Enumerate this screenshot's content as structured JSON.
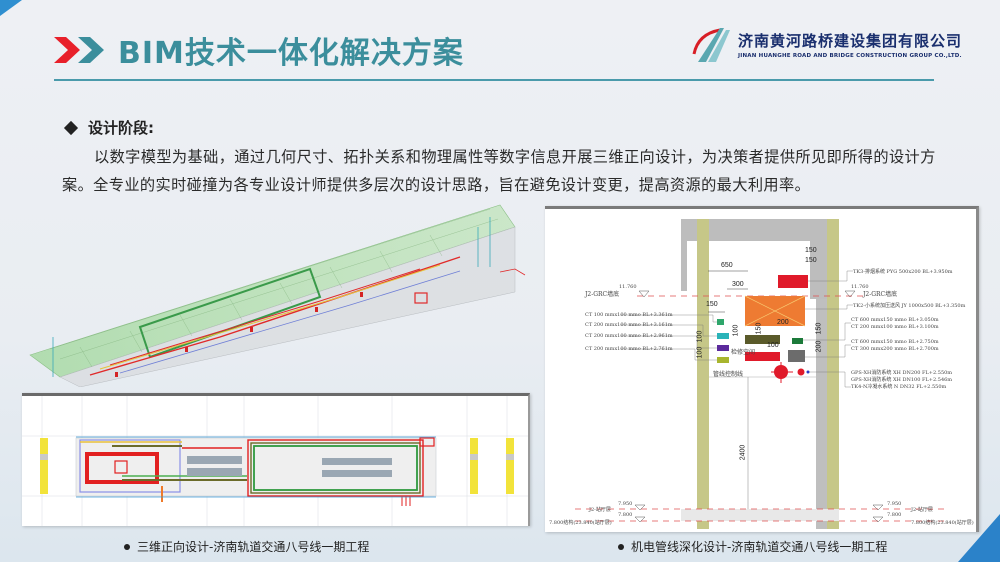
{
  "header": {
    "title": "BIM技术一体化解决方案",
    "chevron_colors": [
      "#e8202a",
      "#3b8e9c"
    ],
    "title_color": "#3b8e9c"
  },
  "logo": {
    "name_cn": "济南黄河路桥建设集团有限公司",
    "name_en": "JINAN HUANGHE ROAD AND BRIDGE CONSTRUCTION GROUP CO.,LTD."
  },
  "section": {
    "heading": "设计阶段:",
    "paragraph": "以数字模型为基础，通过几何尺寸、拓扑关系和物理属性等数字信息开展三维正向设计，为决策者提供所见即所得的设计方案。全专业的实时碰撞为各专业设计师提供多层次的设计思路，旨在避免设计变更，提高资源的最大利用率。"
  },
  "captions": {
    "left": "三维正向设计-济南轨道交通八号线一期工程",
    "right": "机电管线深化设计-济南轨道交通八号线一期工程"
  },
  "section_drawing": {
    "left_labels": [
      "J2-GRC墙底",
      "CT 100 mmx100 mmo BL+3.361m",
      "CT 200 mmx100 mmo BL+3.161m",
      "CT 200 mmx100 mmo BL+2.961m",
      "CT 200 mmx100 mmo BL+2.761m"
    ],
    "left_elevation": "11.760",
    "right_labels": [
      "TK3-排烟系统 PYG 500x200 BL+3.950m",
      "J2-GRC墙底",
      "TK2-小系统加压送风 JY 1000x500 BL+3.350m",
      "CT 600 mmx150 mmo BL+3.050m",
      "CT 200 mmx100 mmo BL+3.100m",
      "CT 600 mmx150 mmo BL+2.750m",
      "CT 300 mmx200 mmo BL+2.700m",
      "GPS-XH消防系统 XH DN200 FL+2.550m",
      "GPS-XH消防系统 XH DN100 FL+2.546m",
      "TK4-N冷凝水系统 N DN32 FL+2.550m"
    ],
    "right_elevation": "11.760",
    "dimensions": {
      "d650": "650",
      "d300": "300",
      "d150a": "150",
      "d150b": "150",
      "d150c": "150",
      "d100a": "100",
      "d100b": "100",
      "d100c": "100",
      "d100d": "100",
      "d150d": "150",
      "d200a": "200",
      "d100e": "100",
      "d150e": "150",
      "d200b": "200",
      "d2400": "2400"
    },
    "inner_labels": {
      "maintenance": "检修空间",
      "control_line": "管线控制线"
    },
    "bottom_left": {
      "e1": "7.950",
      "e2": "7.800",
      "l1": "J2-站厅层",
      "l2": "7.800结构(23.840(站厅层)"
    },
    "bottom_right": {
      "e1": "7.950",
      "e2": "7.800",
      "l1": "J2-站厅层",
      "l2": "7.800结构(23.840(站厅层)"
    }
  },
  "colors": {
    "accent_teal": "#3b8e9c",
    "accent_red": "#e8202a",
    "corner_blue": "#2b82c9",
    "logo_navy": "#1a2f6e"
  }
}
